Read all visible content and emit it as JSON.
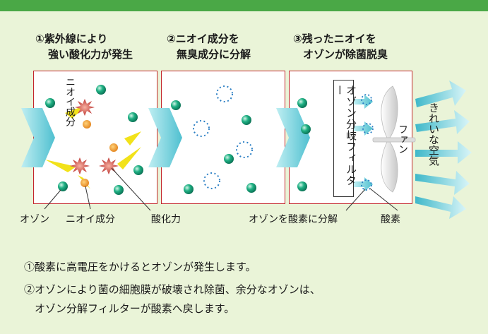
{
  "steps": [
    {
      "line1": "①紫外線により",
      "line2": "強い酸化力が発生"
    },
    {
      "line1": "②ニオイ成分を",
      "line2": "無臭成分に分解"
    },
    {
      "line1": "③残ったニオイを",
      "line2": "オゾンが除菌脱臭"
    }
  ],
  "panel1_label": "ニオイ成分",
  "filter_label": "オゾン分岐フィルター",
  "fan_label": "ファン",
  "clean_air_label": "きれいな空気",
  "bottom_labels": {
    "ozone": "オゾン",
    "odor": "ニオイ成分",
    "oxidation": "酸化力",
    "decompose": "オゾンを酸素に分解",
    "oxygen": "酸素"
  },
  "notes": [
    "①酸素に高電圧をかけるとオゾンが発生します。",
    "②オゾンにより菌の細胞膜が破壊され除菌、余分なオゾンは、",
    "　オゾン分解フィルターが酸素へ戻します。"
  ],
  "colors": {
    "background": "#eaf4d8",
    "top_bar": "#4aa846",
    "panel_border": "#c3252b",
    "ozone": "#15a07a",
    "arrow": "#7fd4dc",
    "spark": "#c02a2a",
    "oxidation": "#f2e21a",
    "oxygen_dots": "#2b7fc4"
  }
}
